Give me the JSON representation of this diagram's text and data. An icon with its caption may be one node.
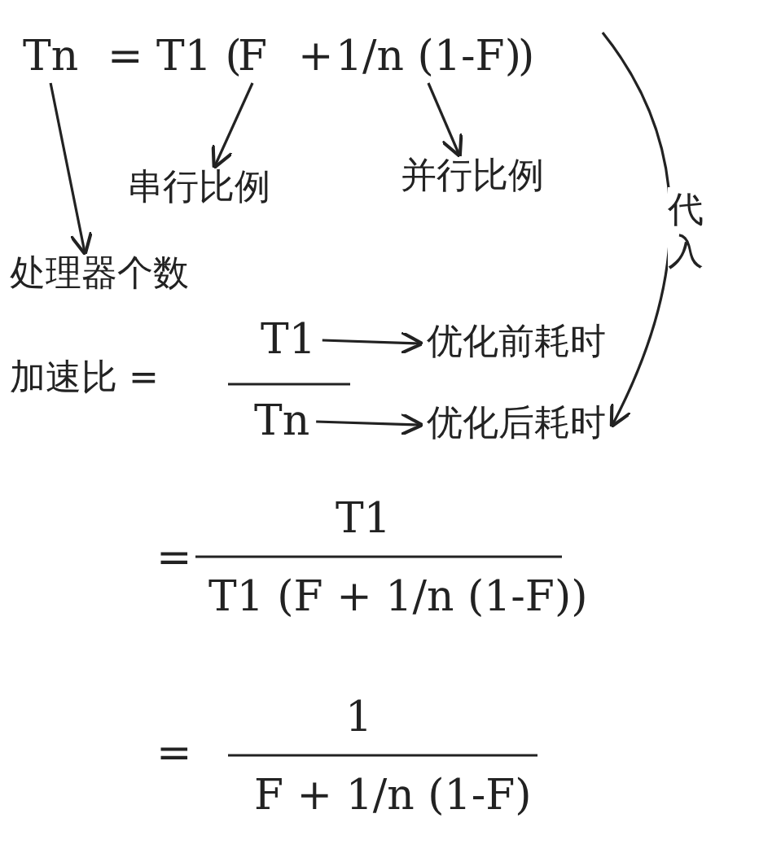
{
  "diagram": {
    "nodes": [
      {
        "text": [
          "Tn"
        ]
      },
      {
        "text": [
          "F"
        ]
      },
      {
        "text": [
          "1/n (1-F)"
        ]
      },
      {
        "text": [
          "串行比例"
        ]
      },
      {
        "text": [
          "并行比例"
        ]
      },
      {
        "text": [
          "处理器个数"
        ]
      },
      {
        "text": [
          "T1"
        ]
      },
      {
        "text": [
          "Tn"
        ]
      },
      {
        "text": [
          "优化前耗时"
        ]
      },
      {
        "text": [
          "优化后耗时"
        ]
      }
    ],
    "edges": [
      {
        "from": 0,
        "to": 5,
        "arrow": "to"
      },
      {
        "from": 1,
        "to": 3,
        "arrow": "to"
      },
      {
        "from": 2,
        "to": 4,
        "arrow": "to"
      },
      {
        "from": 6,
        "to": 8,
        "arrow": "to"
      },
      {
        "from": 7,
        "to": 9,
        "arrow": "to"
      },
      {
        "from": 2,
        "to": 9,
        "arrow": "to",
        "label": "代入"
      }
    ],
    "labels": [
      "= T1 (",
      "+",
      ")",
      "加速比 =",
      "=",
      "T1",
      "T1 (F + 1/n (1-F))",
      "=",
      "1",
      "F + 1/n (1-F)"
    ]
  }
}
